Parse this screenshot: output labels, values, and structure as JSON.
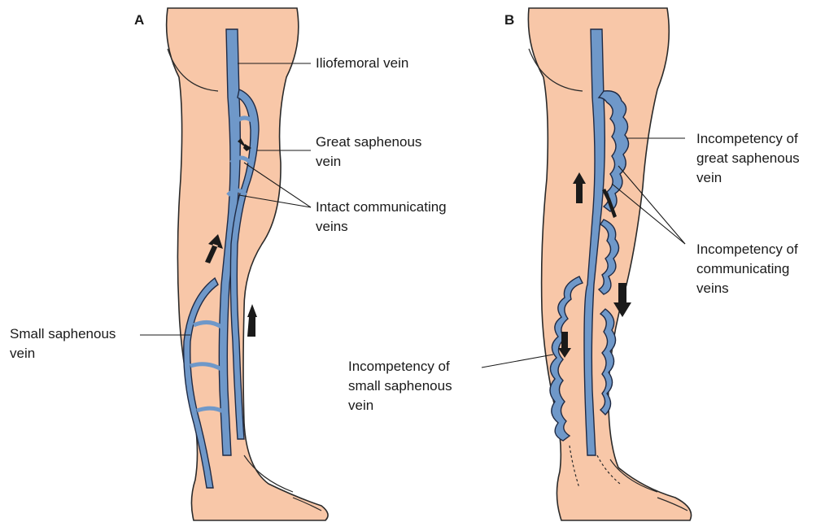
{
  "colors": {
    "skin": "#f8c7a8",
    "skin_outline": "#2a2a2a",
    "vein": "#6f98c9",
    "vein_outline": "#1f2a44",
    "arrow": "#1a1a1a",
    "text": "#1a1a1a"
  },
  "panels": {
    "a": "A",
    "b": "B"
  },
  "labels": {
    "iliofemoral": "Iliofemoral vein",
    "great_saphenous_1": "Great saphenous",
    "great_saphenous_2": "vein",
    "intact_1": "Intact communicating",
    "intact_2": "veins",
    "small_saphenous_1": "Small saphenous",
    "small_saphenous_2": "vein",
    "inc_great_1": "Incompetency of",
    "inc_great_2": "great saphenous",
    "inc_great_3": "vein",
    "inc_comm_1": "Incompetency of",
    "inc_comm_2": "communicating",
    "inc_comm_3": "veins",
    "inc_small_1": "Incompetency of",
    "inc_small_2": "small saphenous",
    "inc_small_3": "vein"
  }
}
